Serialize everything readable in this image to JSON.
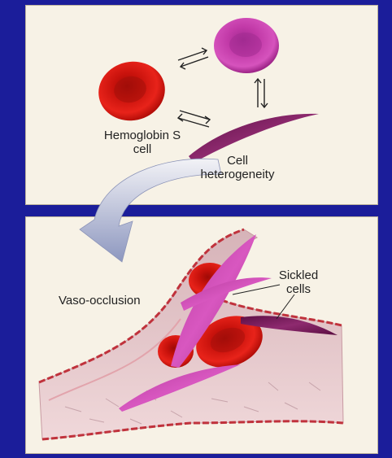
{
  "labels": {
    "hemoglobin_s": "Hemoglobin S",
    "hemoglobin_s_line2": "cell",
    "cell_heterogeneity": "Cell",
    "cell_heterogeneity_line2": "heterogeneity",
    "vaso_occlusion": "Vaso-occlusion",
    "sickled_cells": "Sickled",
    "sickled_cells_line2": "cells"
  },
  "colors": {
    "background": "#1b1d9a",
    "panel": "#f7f2e6",
    "normal_cell": "#d8140f",
    "dense_cell": "#c93fb0",
    "sickled_cell": "#7d1a5c",
    "arrow": "#9aa4c8",
    "vessel_wall": "#e9c7cc"
  }
}
